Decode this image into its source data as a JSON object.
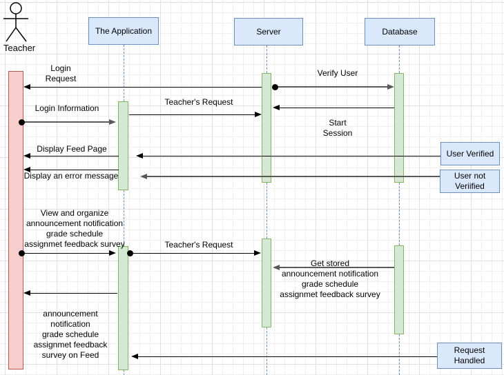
{
  "diagram": {
    "type": "uml-sequence-diagram",
    "actor": {
      "label": "Teacher"
    },
    "lifelines": [
      {
        "label": "The Application"
      },
      {
        "label": "Server"
      },
      {
        "label": "Database"
      }
    ],
    "notes": {
      "user_verified": {
        "label": "User Verified"
      },
      "user_not_verified": {
        "label": "User not\nVeriified"
      },
      "request_handled": {
        "label": "Request\nHandled"
      }
    },
    "messages": {
      "login_request": {
        "label": "Login\nRequest",
        "from": "Server",
        "to": "Teacher"
      },
      "verify_user": {
        "label": "Verify User",
        "from": "Server",
        "to": "Database"
      },
      "start_session": {
        "label": "Start\nSession",
        "from": "Database",
        "to": "Server"
      },
      "teachers_request_1": {
        "label": "Teacher's Request",
        "from": "The Application",
        "to": "Server"
      },
      "login_information": {
        "label": "Login Information",
        "from": "Teacher",
        "to": "The Application"
      },
      "display_feed_page": {
        "label": "Display Feed Page",
        "from": "The Application",
        "to": "Teacher"
      },
      "display_error": {
        "label": "Display an error message",
        "from": "The Application",
        "to": "Teacher"
      },
      "view_organize": {
        "label": "View and organize\nannouncement notification\ngrade schedule\nassignmet feedback survey",
        "from": "Teacher",
        "to": "The Application"
      },
      "teachers_request_2": {
        "label": "Teacher's Request",
        "from": "The Application",
        "to": "Server"
      },
      "get_stored": {
        "label": "Get stored\nannouncement notification\ngrade schedule\nassignmet feedback survey",
        "from": "Database",
        "to": "Server"
      },
      "feed_content": {
        "label": "announcement\nnotification\ngrade schedule\nassignmet feedback\nsurvey on Feed",
        "from": "The Application",
        "to": "Teacher"
      }
    },
    "colors": {
      "lifeline_header_fill": "#dae8fc",
      "lifeline_header_stroke": "#6c8ebf",
      "activation_fill": "#d5e8d4",
      "activation_stroke": "#82b366",
      "actor_activation_fill": "#f8cecc",
      "actor_activation_stroke": "#b85450",
      "message_line": "#000000",
      "message_line_bold": "#595959",
      "lifeline_dash": "#6c8ebf",
      "grid_minor": "#f0f0f0",
      "grid_major": "#e0e0e0"
    }
  }
}
